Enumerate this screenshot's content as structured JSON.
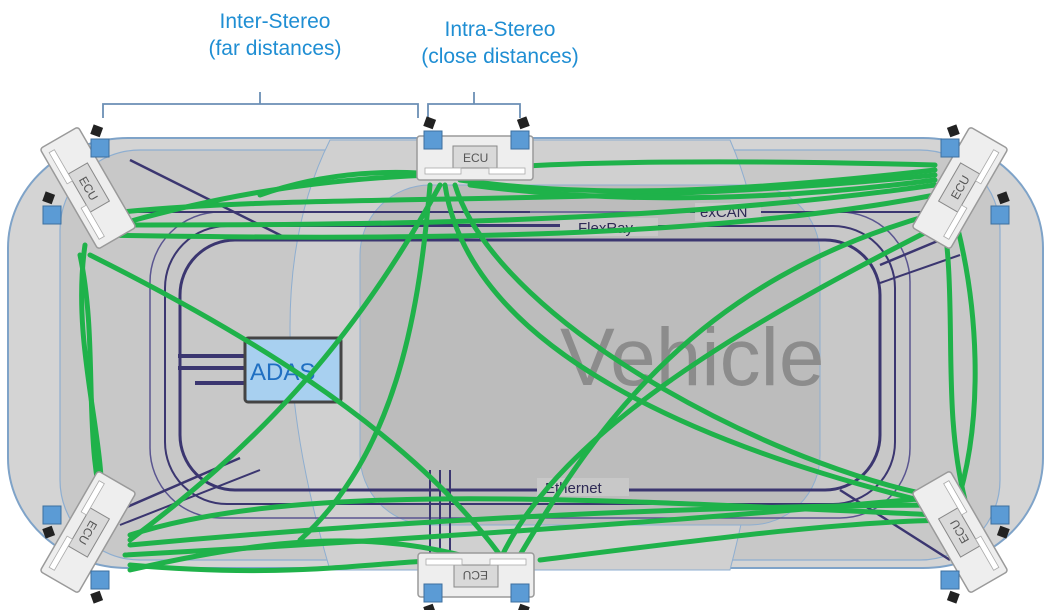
{
  "captions": {
    "inter_stereo": {
      "title": "Inter-Stereo",
      "subtitle": "(far distances)"
    },
    "intra_stereo": {
      "title": "Intra-Stereo",
      "subtitle": "(close distances)"
    }
  },
  "buses": {
    "excan": "exCAN",
    "flexray": "FlexRay",
    "ethernet": "Ethernet"
  },
  "adas_label": "ADAS",
  "vehicle_label": "Vehicle",
  "ecu_label": "ECU",
  "colors": {
    "caption": "#1f8ed3",
    "connection": "#1fb24a",
    "bus": "#3b3670",
    "adas_fill": "#a8d0f0",
    "camera": "#5b9bd5"
  }
}
